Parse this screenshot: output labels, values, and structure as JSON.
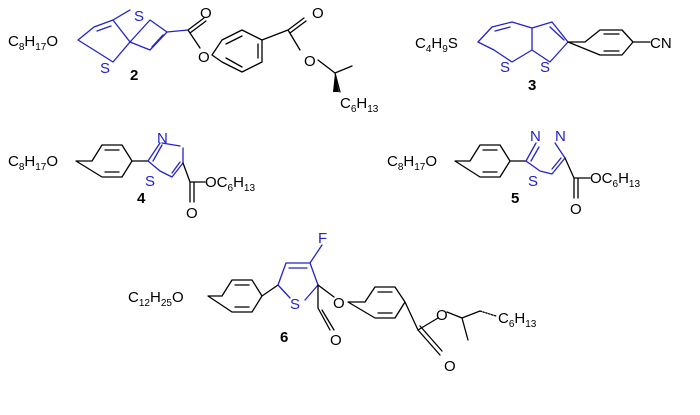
{
  "figure": {
    "compounds": [
      {
        "label": "2",
        "left_chain": {
          "base": "C",
          "s1": "8",
          "mid": "H",
          "s2": "17",
          "tail": "O"
        },
        "heteroatoms": [
          "S",
          "S"
        ],
        "ester_o": "O",
        "right_o": "O",
        "right_chain": {
          "base": "C",
          "s1": "6",
          "mid": "H",
          "s2": "13"
        }
      },
      {
        "label": "3",
        "left_chain": {
          "base": "C",
          "s1": "4",
          "mid": "H",
          "s2": "9",
          "tail": "S"
        },
        "heteroatoms": [
          "S",
          "S"
        ],
        "end_group": "CN"
      },
      {
        "label": "4",
        "left_chain": {
          "base": "C",
          "s1": "8",
          "mid": "H",
          "s2": "17",
          "tail": "O"
        },
        "heteroatoms": [
          "N",
          "S"
        ],
        "ester": {
          "base": "OC",
          "s1": "6",
          "mid": "H",
          "s2": "13"
        }
      },
      {
        "label": "5",
        "left_chain": {
          "base": "C",
          "s1": "8",
          "mid": "H",
          "s2": "17",
          "tail": "O"
        },
        "heteroatoms": [
          "N",
          "N",
          "S"
        ],
        "ester": {
          "base": "OC",
          "s1": "6",
          "mid": "H",
          "s2": "13"
        }
      },
      {
        "label": "6",
        "left_chain": {
          "base": "C",
          "s1": "12",
          "mid": "H",
          "s2": "25",
          "tail": "O"
        },
        "heteroatoms": [
          "S",
          "F"
        ],
        "ester_o": "O",
        "right_o": "O",
        "right_chain": {
          "base": "C",
          "s1": "6",
          "mid": "H",
          "s2": "13"
        }
      }
    ]
  }
}
